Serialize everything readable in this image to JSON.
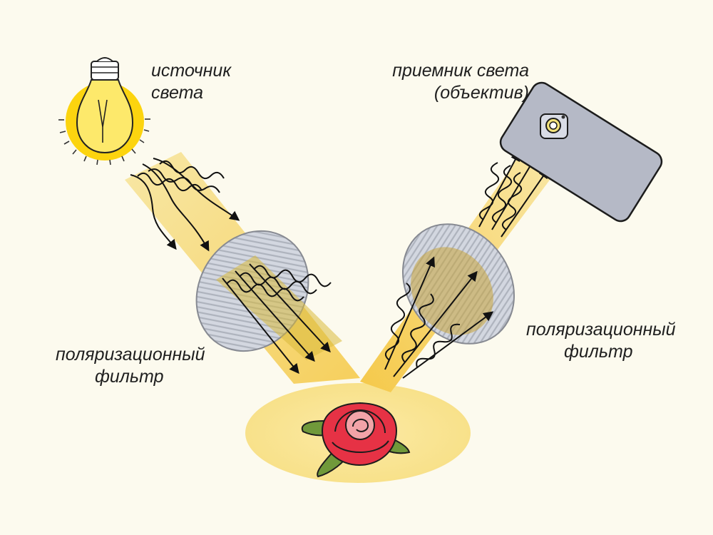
{
  "labels": {
    "source_line1": "источник",
    "source_line2": "света",
    "receiver_line1": "приемник света",
    "receiver_line2": "(объектив)",
    "filter_left_line1": "поляризационный",
    "filter_left_line2": "фильтр",
    "filter_right_line1": "поляризационный",
    "filter_right_line2": "фильтр"
  },
  "icons": {
    "light_source": "light-bulb-icon",
    "receiver": "smartphone-camera-icon",
    "object": "rose-icon"
  },
  "colors": {
    "background": "#fcfaee",
    "beam": "#f9dc7a",
    "bulb_glow": "#fcd40f",
    "filter_edge": "#878a92",
    "filter_fill": "#d3d7e0",
    "filter_stripe": "#aeb3bd",
    "rose_red": "#e63245",
    "leaf_green": "#70993a",
    "phone_body": "#b5b9c6"
  }
}
